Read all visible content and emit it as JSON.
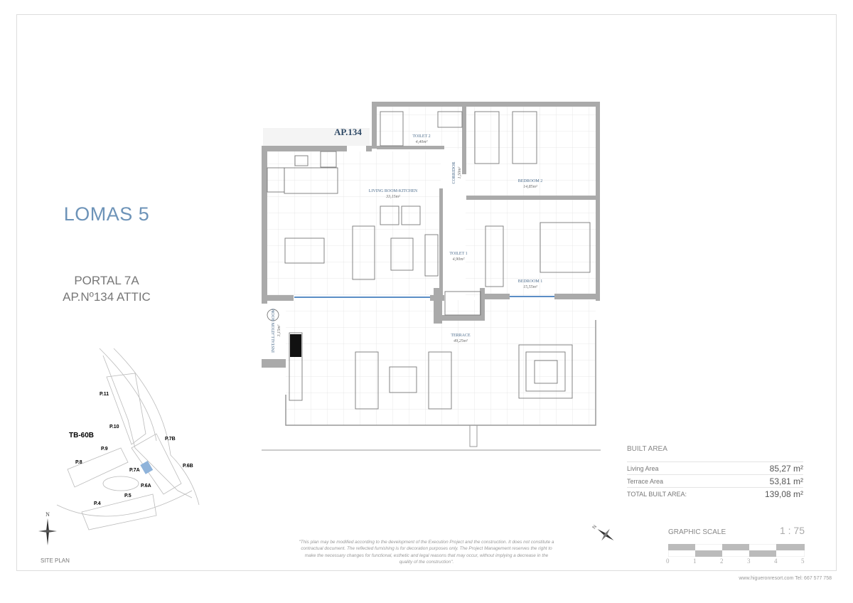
{
  "project": {
    "name": "LOMAS 5",
    "portal": "PORTAL 7A",
    "apartment": "AP.Nº134 ATTIC"
  },
  "plan": {
    "apartment_label": "AP.134",
    "rooms": [
      {
        "name": "LIVING ROOM-KITCHEN",
        "area": "33,15m²"
      },
      {
        "name": "TOILET 2",
        "area": "4,40m²"
      },
      {
        "name": "CORRIDOR",
        "area": "1,50m²"
      },
      {
        "name": "BEDROOM 2",
        "area": "14,85m²"
      },
      {
        "name": "TOILET 1",
        "area": "4,90m²"
      },
      {
        "name": "BEDROOM 1",
        "area": "15,55m²"
      },
      {
        "name": "TERRACE",
        "area": "49,25m²"
      },
      {
        "name": "INSTALLATION ROOM",
        "area": "3,15m²"
      }
    ],
    "north_label": "N"
  },
  "built_area": {
    "heading": "BUILT AREA",
    "rows": [
      {
        "label": "Living Area",
        "value": "85,27 m²"
      },
      {
        "label": "Terrace Area",
        "value": "53,81 m²"
      },
      {
        "label": "TOTAL BUILT AREA:",
        "value": "139,08 m²"
      }
    ]
  },
  "scale": {
    "label": "GRAPHIC SCALE",
    "ratio": "1 : 75",
    "ticks": [
      "0",
      "1",
      "2",
      "3",
      "4",
      "5"
    ]
  },
  "site_plan": {
    "title": "SITE PLAN",
    "north_label": "N",
    "labels": {
      "p11": "P.11",
      "tb": "TB-60B",
      "p10": "P.10",
      "p9": "P.9",
      "p8": "P.8",
      "p7b": "P.7B",
      "p7a": "P.7A",
      "p6b": "P.6B",
      "p6a": "P.6A",
      "p5": "P.5",
      "p4": "P.4"
    }
  },
  "disclaimer": "\"This plan may be modified according to the development of the Execution Project and the construction. It does not constitute a contractual document. The reflected furnishing is for decoration purposes only. The Project Management reserves the right to make the necessary changes for functional, esthetic and legal reasons that may occur, without implying a decrease in the quality of the construction\".",
  "footer": "www.higueronresort.com Tel: 667 577 758",
  "colors": {
    "accent": "#6d93b8",
    "wall": "#aaaaaa",
    "window": "#5b8ec6"
  }
}
